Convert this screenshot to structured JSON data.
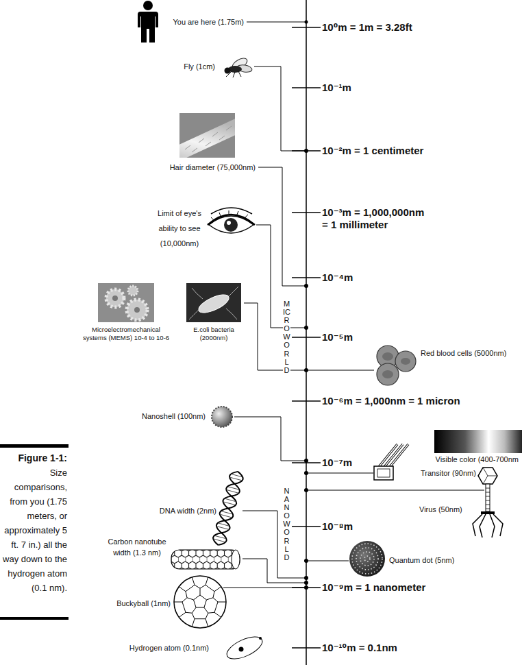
{
  "diagram": {
    "caption": "Figure 1-1: Size comparisons, from you (1.75 meters, or approximately 5 ft. 7 in.) all the way down to the hydrogen atom (0.1 nm).",
    "labels": [
      "You are here (1.75m)",
      "10⁰m = 1m = 3.28ft",
      "Fly (1cm)",
      "10⁻¹m",
      "10⁻²m = 1 centimeter",
      "Hair diameter (75,000nm)",
      "10⁻³m = 1,000,000nm = 1 millimeter",
      "Limit of eye's ability to see (10,000nm)",
      "10⁻⁴m",
      "Microelectromechanical systems (MEMS) 10-4 to 10-6",
      "E.coli bacteria (2000nm)",
      "MICROWORLD",
      "10⁻⁵m",
      "Red blood cells (5000nm)",
      "10⁻⁶m = 1,000nm = 1 micron",
      "Nanoshell (100nm)",
      "Visible color (400-700nm",
      "10⁻⁷m",
      "Transitor (90nm)",
      "Virus (50nm)",
      "NANOWORLD",
      "DNA width (2nm)",
      "10⁻⁸m",
      "Carbon nanotube width (1.3 nm)",
      "Quantum dot (5nm)",
      "10⁻⁹m = 1 nanometer",
      "Buckyball (1nm)",
      "Hydrogen atom (0.1nm)",
      "10⁻¹⁰m = 0.1nm"
    ]
  }
}
